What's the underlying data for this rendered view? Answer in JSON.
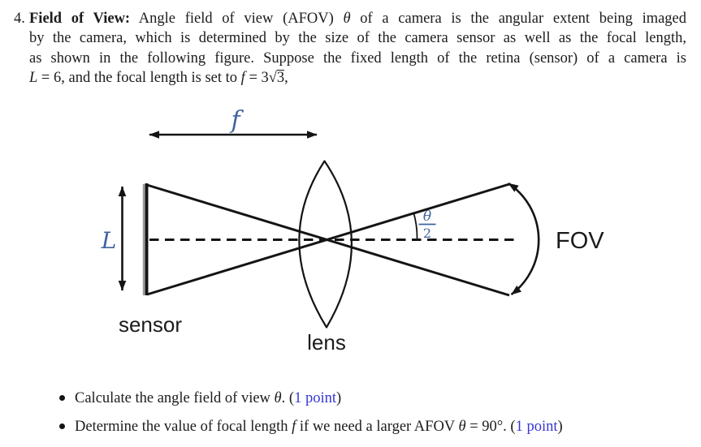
{
  "problem": {
    "number": "4.",
    "title": "Field of View:",
    "line1_a": "Angle field of view (AFOV) ",
    "line1_theta": "θ",
    "line1_b": " of a camera is the angular extent being imaged",
    "line2": "by the camera, which is determined by the size of the camera sensor as well as the focal length,",
    "line3": "as shown in the following figure. Suppose the fixed length of the retina (sensor) of a camera is",
    "line4_L": "L",
    "line4_a": " = 6, and the focal length is set to ",
    "line4_f": "f",
    "line4_b": " = 3",
    "line4_sqrt": "√",
    "line4_radicand": "3",
    "line4_end": ","
  },
  "figure": {
    "labels": {
      "focal_length": "f",
      "sensor_height": "L",
      "theta": "θ",
      "theta_denominator": "2",
      "fov": "FOV",
      "sensor": "sensor",
      "lens": "lens"
    },
    "colors": {
      "math_label": "#3f649f",
      "line": "#141414",
      "label_text": "#1b1b1b"
    }
  },
  "bullets": [
    {
      "text_a": "Calculate the angle field of view ",
      "theta": "θ",
      "text_b": ". (",
      "points": "1 point",
      "text_c": ")"
    },
    {
      "text_a": "Determine the value of focal length ",
      "f": "f",
      "text_b": " if we need a larger AFOV ",
      "theta": "θ",
      "text_c": " = 90°. (",
      "points": "1 point",
      "text_d": ")"
    }
  ],
  "colors": {
    "link_blue": "#3636d6",
    "body_text": "#1c1c1c",
    "background": "#ffffff"
  }
}
